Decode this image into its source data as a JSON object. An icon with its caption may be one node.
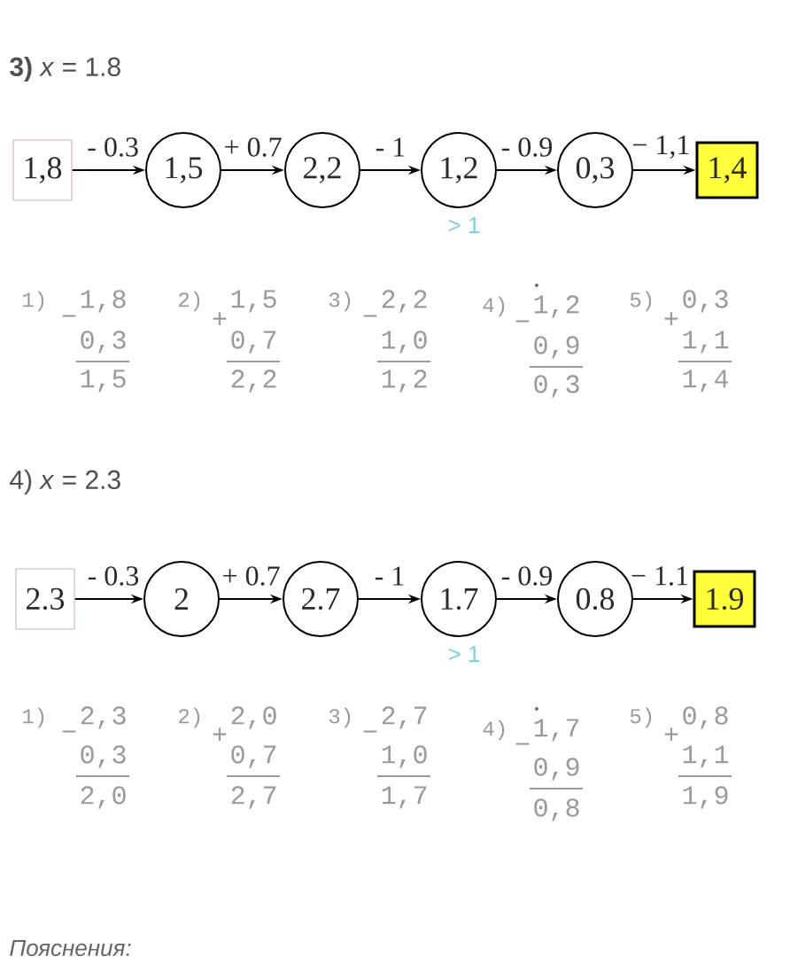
{
  "diagram": {
    "nodes": [
      {
        "text": [
          "1,8"
        ]
      },
      {
        "text": [
          "1,5"
        ]
      },
      {
        "text": [
          "2,2"
        ]
      },
      {
        "text": [
          "1,2"
        ],
        "beside": [
          "> 1"
        ]
      },
      {
        "text": [
          "0,3"
        ]
      },
      {
        "text": [
          "1,4"
        ]
      },
      {
        "text": [
          "2.3"
        ]
      },
      {
        "text": [
          "2"
        ]
      },
      {
        "text": [
          "2.7"
        ]
      },
      {
        "text": [
          "1.7"
        ],
        "beside": [
          "> 1"
        ]
      },
      {
        "text": [
          "0.8"
        ]
      },
      {
        "text": [
          "1.9"
        ]
      }
    ],
    "edges": [
      {
        "from": 0,
        "to": 1,
        "arrow": "to",
        "label": "- 0.3"
      },
      {
        "from": 1,
        "to": 2,
        "arrow": "to",
        "label": "+ 0.7"
      },
      {
        "from": 2,
        "to": 3,
        "arrow": "to",
        "label": "- 1"
      },
      {
        "from": 3,
        "to": 4,
        "arrow": "to",
        "label": "- 0.9"
      },
      {
        "from": 4,
        "to": 5,
        "arrow": "to",
        "label": "− 1,1"
      },
      {
        "from": 6,
        "to": 7,
        "arrow": "to",
        "label": "- 0.3"
      },
      {
        "from": 7,
        "to": 8,
        "arrow": "to",
        "label": "+ 0.7"
      },
      {
        "from": 8,
        "to": 9,
        "arrow": "to",
        "label": "- 1"
      },
      {
        "from": 9,
        "to": 10,
        "arrow": "to",
        "label": "- 0.9"
      },
      {
        "from": 10,
        "to": 11,
        "arrow": "to",
        "label": "− 1.1"
      }
    ],
    "labels": [
      "**3)** *x* = 1.8",
      "1)",
      "−",
      "1,8",
      "0,3",
      "1,5",
      "2)",
      "+",
      "1,5",
      "0,7",
      "2,2",
      "3)",
      "−",
      "2,2",
      "1,0",
      "1,2",
      "4)",
      "−",
      "1,2",
      "0,9",
      "0,3",
      "5)",
      "+",
      "0,3",
      "1,1",
      "1,4",
      "4) *x* = 2.3",
      "1)",
      "−",
      "2,3",
      "0,3",
      "2,0",
      "2)",
      "+",
      "2,0",
      "0,7",
      "2,7",
      "3)",
      "−",
      "2,7",
      "1,0",
      "1,7",
      "4)",
      "−",
      "1,7",
      "0,9",
      "0,8",
      "5)",
      "+",
      "0,8",
      "1,1",
      "1,9",
      "Пояснения:"
    ]
  }
}
